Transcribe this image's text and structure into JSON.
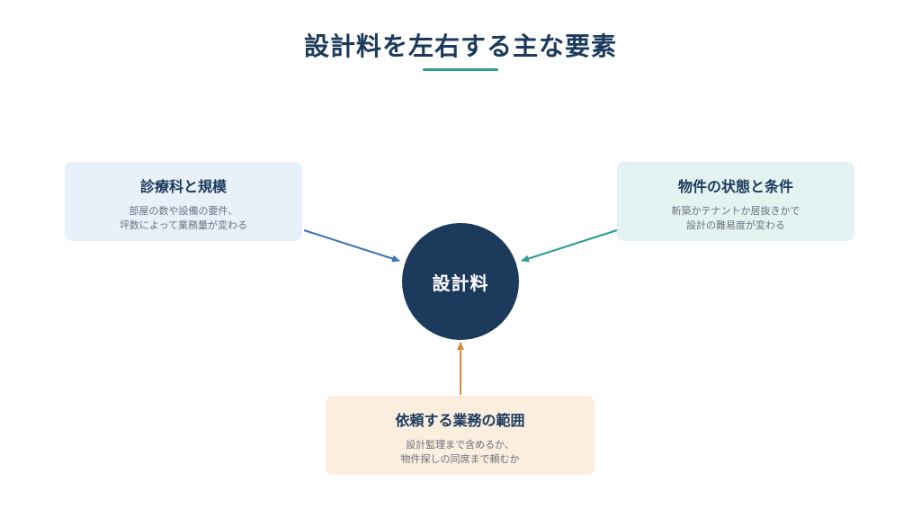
{
  "title": "設計料を左右する主な要素",
  "center": {
    "label": "設計料"
  },
  "factors": [
    {
      "title": "診療科と規模",
      "lines": [
        "部屋の数や設備の要件、",
        "坪数によって業務量が変わる"
      ]
    },
    {
      "title": "物件の状態と条件",
      "lines": [
        "新築かテナントか居抜きかで",
        "設計の難易度が変わる"
      ]
    },
    {
      "title": "依頼する業務の範囲",
      "lines": [
        "設計監理まで含めるか、",
        "物件探しの同席まで頼むか"
      ]
    }
  ],
  "colors": {
    "navy": "#1b3a5c",
    "teal": "#2a9d8f",
    "blue": "#3a73b3",
    "orange": "#d98a3a",
    "blue_card": "#e8f1fa",
    "teal_card": "#e3f3f1",
    "orange_card": "#fbeedf"
  }
}
